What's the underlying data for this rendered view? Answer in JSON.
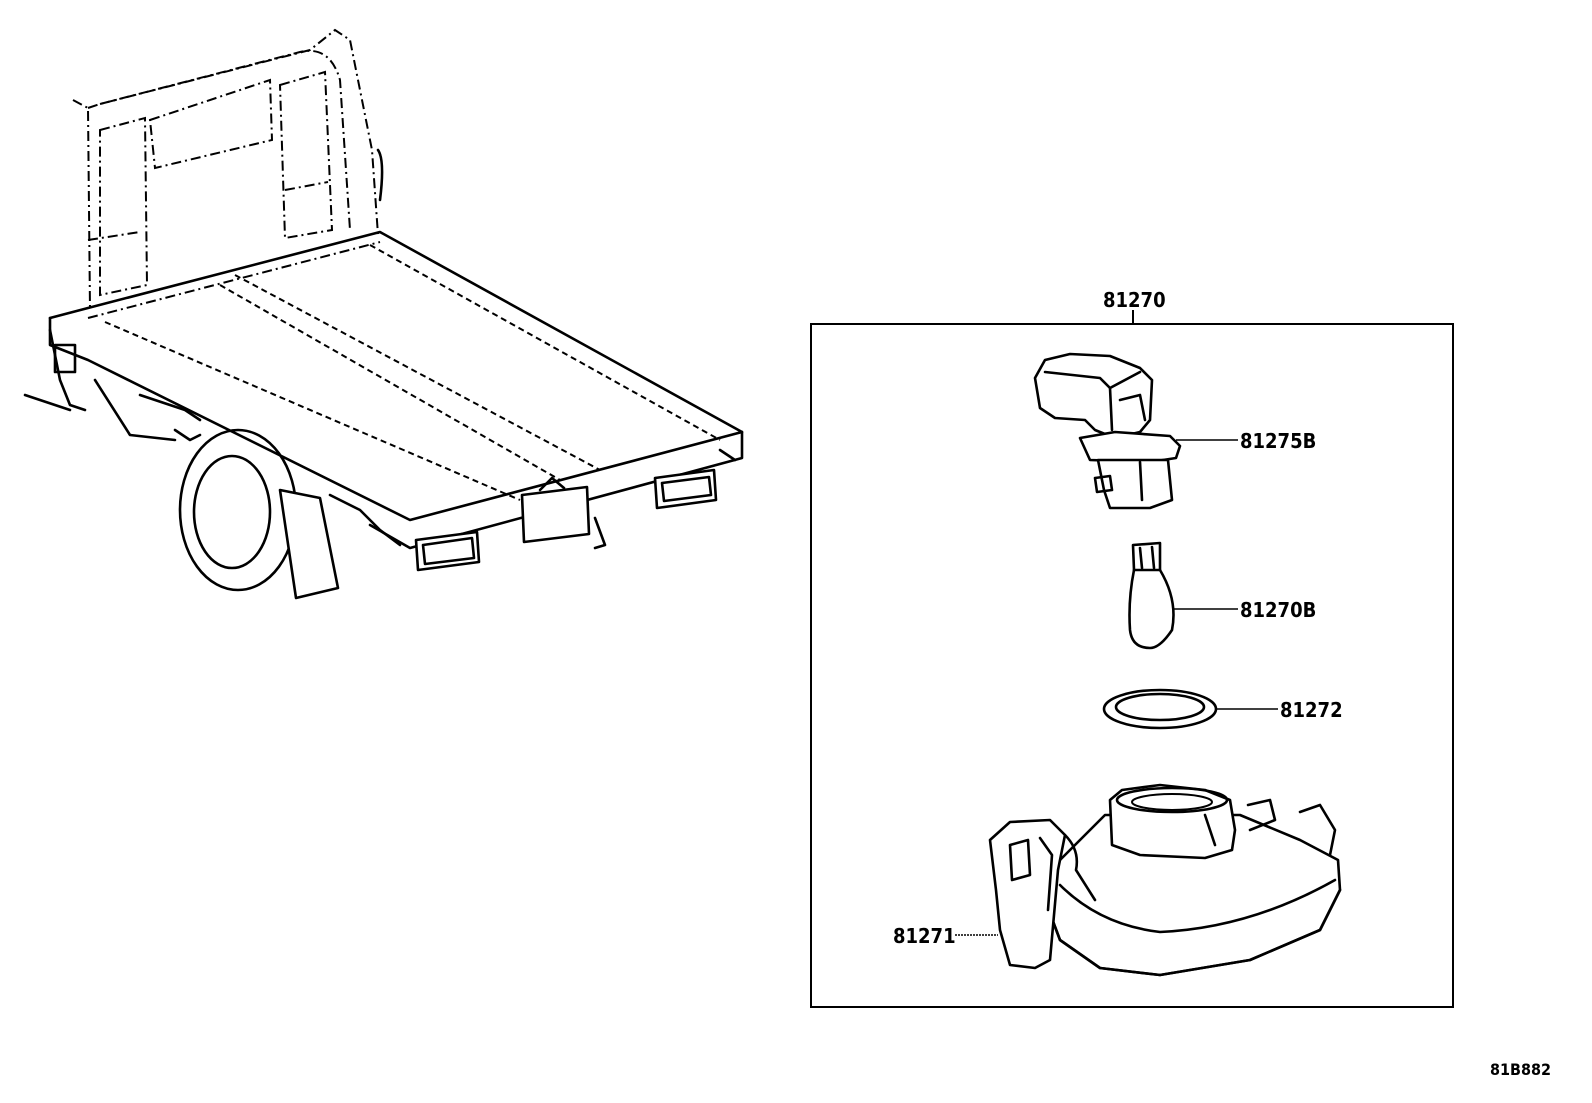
{
  "diagram": {
    "assembly_label": "81270",
    "parts": [
      {
        "number": "81275B",
        "name": "socket"
      },
      {
        "number": "81270B",
        "name": "bulb"
      },
      {
        "number": "81272",
        "name": "gasket"
      },
      {
        "number": "81271",
        "name": "lamp-housing"
      }
    ],
    "illustration_code": "81B882"
  }
}
